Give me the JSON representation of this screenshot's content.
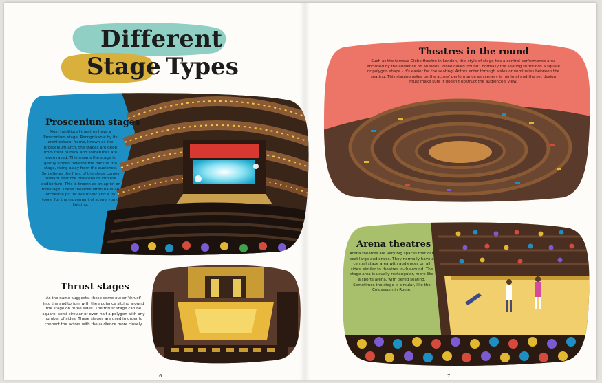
{
  "page_title": {
    "line1": "Different",
    "line2": "Stage",
    "line3": "Types"
  },
  "proscenium": {
    "heading": "Proscenium stages",
    "body": "Most traditional theatres have a Proscenium stage. Recognisable by its architectural frame, known as the proscenium arch, the stages are deep from front to back and sometimes are even raked. This means the stage is gently sloped towards the back of the stage, rising away from the audience. Sometimes the front of the stage comes forward past the proscenium into the auditorium. This is known as an apron or forestage. These theatres often have an orchestra pit for live music and a fly tower for the movement of scenery and lighting."
  },
  "thrust": {
    "heading": "Thrust stages",
    "body": "As the name suggests, these come out or 'thrust' into the auditorium with the audience sitting around the stage on three sides. The thrust stage can be square, semi-circular or even half a polygon with any number of sides. These stages are used in order to connect the actors with the audience more closely."
  },
  "round": {
    "heading": "Theatres in the round",
    "body": "Such as the famous Globe theatre in London, this style of stage has a central performance area enclosed by the audience on all sides. While called 'round', normally the seating surrounds a square or polygon shape - it's easier for the seating! Actors enter through aisles or vomitories between the seating. This staging relies on the actors' performance as scenery is minimal and the set design must make sure it doesn't obstruct the audience's view."
  },
  "arena": {
    "heading": "Arena theatres",
    "body": "Arena theatres are very big spaces that can seat large audiences. They normally have a central stage area with audiences on all sides, similar to theatres in-the-round. The stage area is usually rectangular, more like a sports arena, with tiered seating. Sometimes the stage is circular, like the Colosseum in Rome."
  },
  "page_numbers": {
    "left": "6",
    "right": "7"
  },
  "colors": {
    "teal": "#8fcfc4",
    "mustard": "#d9b03b",
    "blue": "#1e8fc3",
    "coral": "#ec7568",
    "olive": "#a8c06c",
    "brown": "#5a3a2a"
  }
}
